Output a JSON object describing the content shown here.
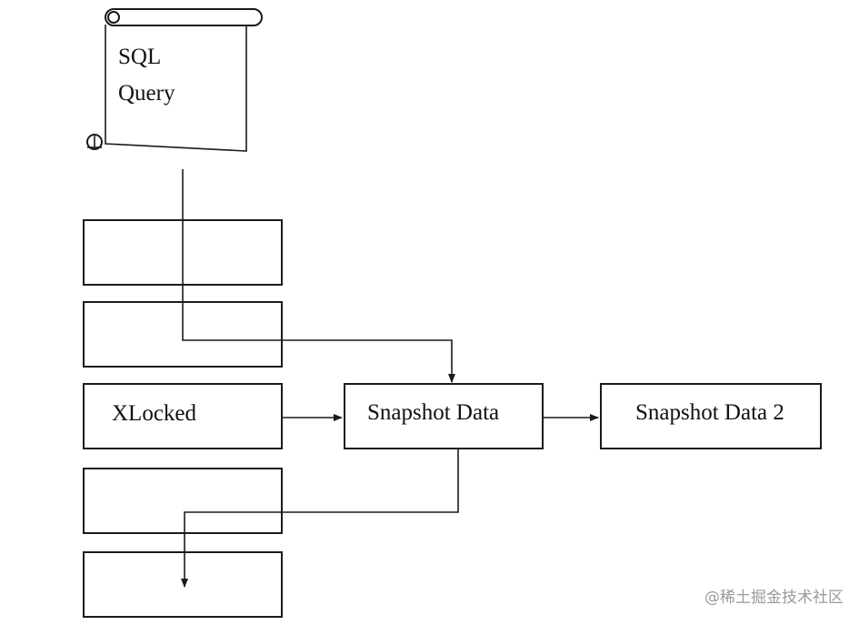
{
  "nodes": {
    "query": {
      "line1": "SQL",
      "line2": "Query"
    },
    "xlocked": {
      "label": "XLocked"
    },
    "snapshot": {
      "label": "Snapshot Data"
    },
    "snapshot2": {
      "label": "Snapshot Data 2"
    }
  },
  "watermark": "@稀土掘金技术社区"
}
